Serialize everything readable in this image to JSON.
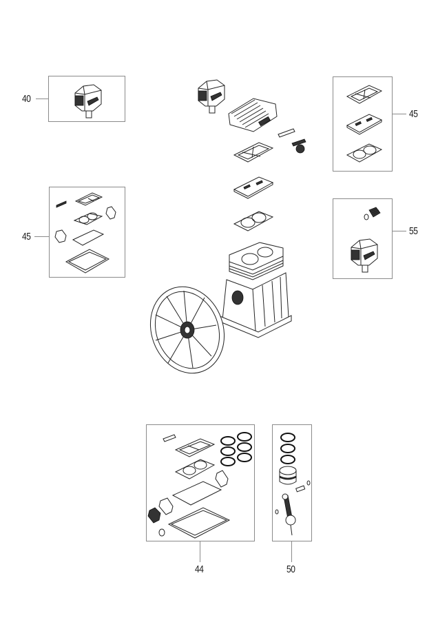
{
  "diagram": {
    "type": "exploded-parts-view",
    "subject": "air compressor pump",
    "callouts": [
      {
        "id": "c40",
        "number": "40",
        "contents": "air filter"
      },
      {
        "id": "c45a",
        "number": "45",
        "contents": "valve plate kit (gasket, valve plate, head gasket)"
      },
      {
        "id": "c45b",
        "number": "45",
        "contents": "gasket kit"
      },
      {
        "id": "c55",
        "number": "55",
        "contents": "air filter with spring and ring"
      },
      {
        "id": "c44",
        "number": "44",
        "contents": "complete gasket and ring kit"
      },
      {
        "id": "c50",
        "number": "50",
        "contents": "piston, rings, pin and connecting rod"
      }
    ],
    "center_assembly": [
      "air filter",
      "cylinder head",
      "valve plate gasket",
      "valve plate",
      "head gasket",
      "cylinder block / crankcase",
      "flywheel",
      "breather fitting",
      "small gasket"
    ]
  }
}
